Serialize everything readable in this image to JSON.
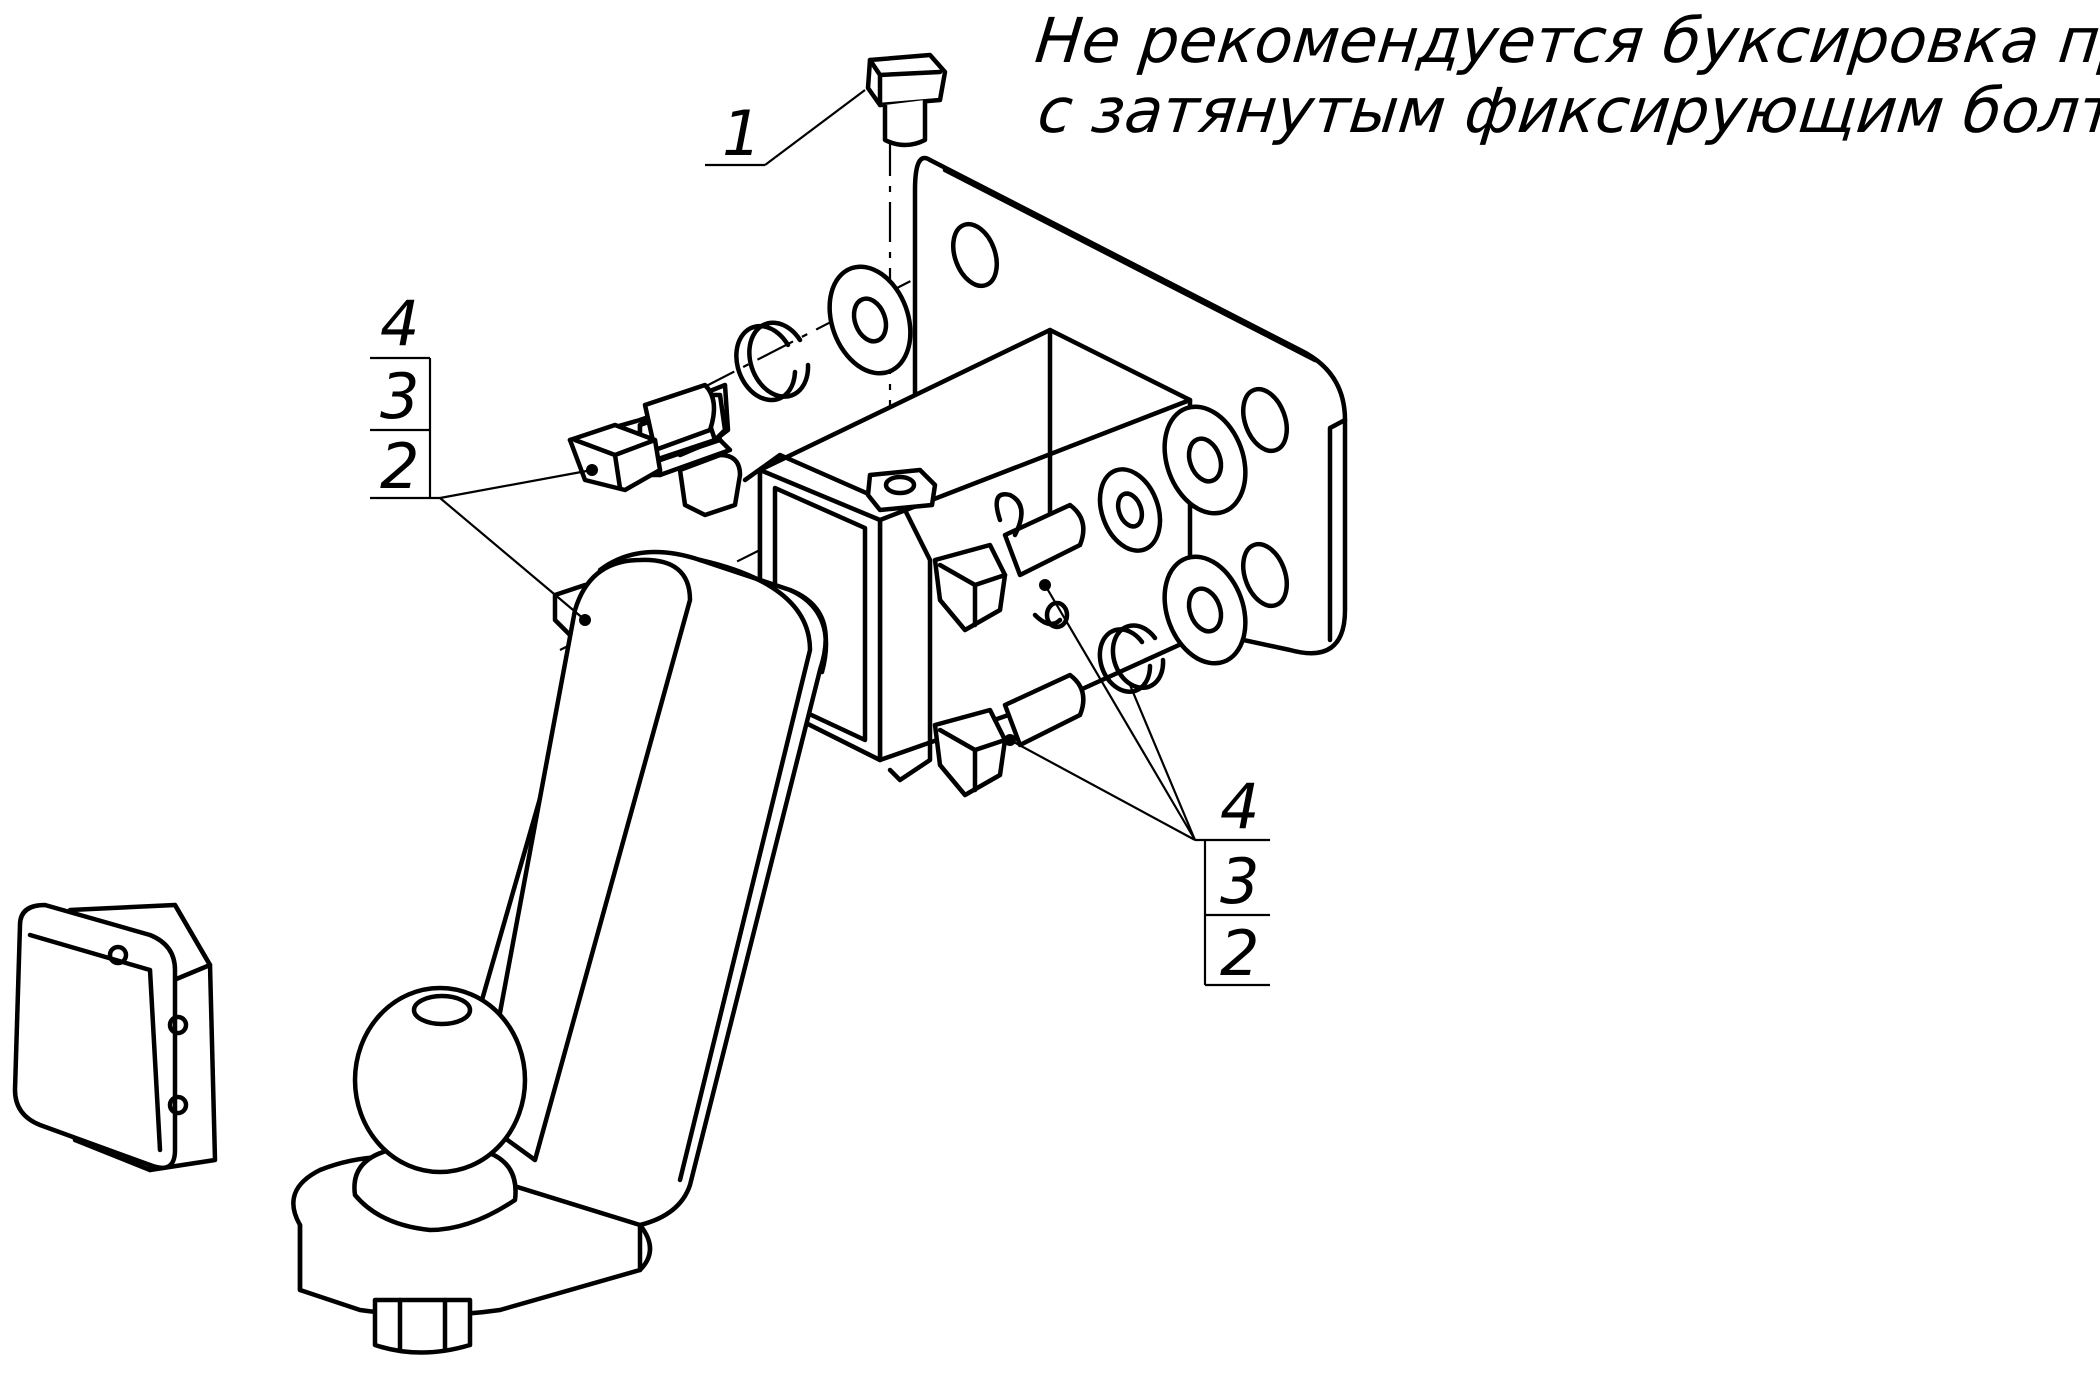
{
  "note": {
    "line1": "Не рекомендуется буксировка прицепа",
    "line2": "с затянутым фиксирующим болтом!"
  },
  "callouts": {
    "item1": "1",
    "left_stack": [
      "4",
      "3",
      "2"
    ],
    "right_stack": [
      "4",
      "3",
      "2"
    ]
  }
}
